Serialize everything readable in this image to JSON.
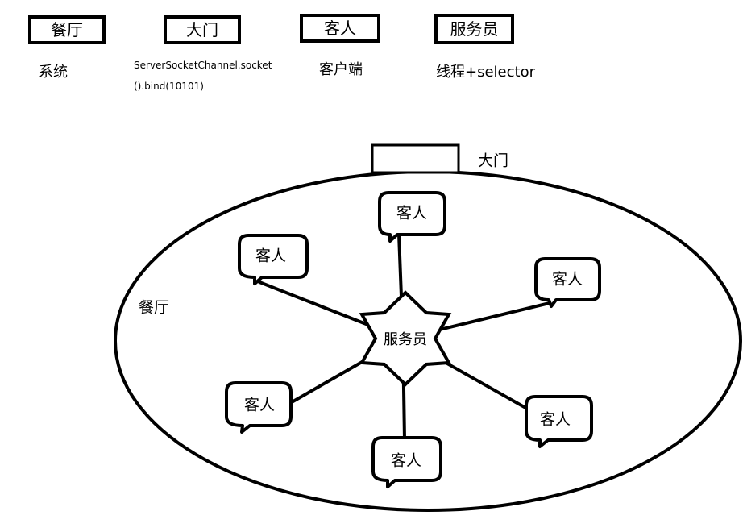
{
  "legend": [
    {
      "term": "餐厅",
      "meaning": "系统"
    },
    {
      "term": "大门",
      "meaning": "ServerSocketChannel.socket",
      "meaning_line2": "().bind(10101)"
    },
    {
      "term": "客人",
      "meaning": "客户端"
    },
    {
      "term": "服务员",
      "meaning": "线程+selector"
    }
  ],
  "diagram": {
    "door_label": "大门",
    "restaurant_label": "餐厅",
    "waiter_label": "服务员",
    "guest_label": "客人"
  }
}
